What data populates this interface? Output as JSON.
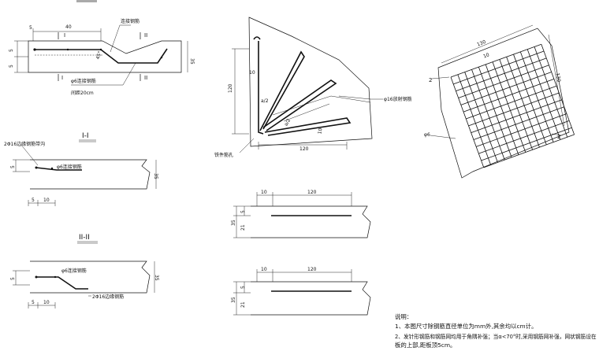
{
  "drawing": {
    "top_detail": {
      "dim_40": "40",
      "dim_5": "5",
      "dim_5a": "5",
      "dim_5b": "5",
      "dim_35": "35",
      "dim_45deg": "45°",
      "label_connector": "连接钢筋",
      "label_phi6": "φ6连接钢筋",
      "label_spacing": "间距20cm",
      "sec_I_top": "I",
      "sec_I_bot": "I",
      "sec_II_top": "II",
      "sec_II_bot": "II"
    },
    "section_I": {
      "title": "I-I",
      "label_2phi16": "2Φ16边缘钢筋带沟",
      "label_phi6": "φ6连接钢筋",
      "dim_5": "5",
      "dim_5b": "5",
      "dim_10": "10",
      "dim_35": "35"
    },
    "section_II": {
      "title": "II-II",
      "label_phi6": "φ6连接钢筋",
      "label_2phi16": "2Φ16边缘钢筋",
      "dim_5": "5",
      "dim_5b": "5",
      "dim_10": "10",
      "dim_35": "35"
    },
    "corner_plan": {
      "dim_120_left": "120",
      "dim_120_bottom": "120",
      "dim_10": "10",
      "dim_10b": "10",
      "dim_a2": "a/2",
      "dim_a2b": "a/2",
      "label_phi16": "φ16放射钢筋",
      "label_iron": "铁件筋孔"
    },
    "mesh_plan": {
      "dim_130_top": "130",
      "dim_10": "10",
      "dim_130_right": "130",
      "label_2_left": "2",
      "label_2_right": "2",
      "label_phi6": "φ6"
    },
    "slab_a": {
      "dim_10": "10",
      "dim_120": "120",
      "dim_5": "5",
      "dim_35": "35",
      "dim_21": "21"
    },
    "slab_b": {
      "dim_10": "10",
      "dim_120": "120",
      "dim_5": "5",
      "dim_35": "35",
      "dim_21": "21"
    },
    "notes": {
      "title": "说明：",
      "line1": "1、本图尺寸除钢筋直径单位为mm外,其余均以cm计。",
      "line2": "2、发针形钢筋和钢筋网均用于角隅补强；当α<70°时,采用钢筋网补强，网状钢筋设在",
      "line3": "板的上部,距板顶5cm。"
    }
  }
}
